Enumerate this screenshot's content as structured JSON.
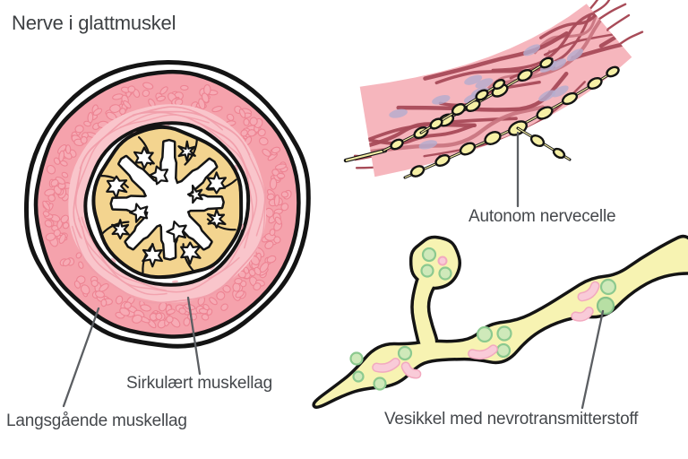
{
  "title": "Nerve i glattmuskel",
  "labels": {
    "circular_muscle": "Sirkulært muskellag",
    "longitudinal_muscle": "Langsgående muskellag",
    "autonomic_nerve_cell": "Autonom nervecelle",
    "vesicle": "Vesikkel med nevrotransmitterstoff"
  },
  "colors": {
    "ink": "#141414",
    "leader": "#5b5e62",
    "outer_ring_pink": "#f5a2ac",
    "pebble_fill": "#f7abb5",
    "pebble_line": "#ed8493",
    "circular_ring_pink": "#f9c5cb",
    "circular_wave": "#f19fab",
    "submucosa_mark": "#f4afba",
    "mucosa_yellow": "#f3d48f",
    "band_pink": "#f6b6bd",
    "band_fiber": "#a84b58",
    "band_fiber_light": "#c97681",
    "nucleus": "#b4adce",
    "nerve_yellow": "#f6f0a6",
    "fiber_yellow": "#f7f3b2",
    "vesicle_fill": "#cfe9ba",
    "vesicle_stroke": "#8cc98f",
    "vesicle_dark": "#b7dfa4",
    "vesicle_dark_stroke": "#85c189",
    "mito_fill": "#f9cbd8",
    "mito_stroke": "#f2a9bf"
  }
}
